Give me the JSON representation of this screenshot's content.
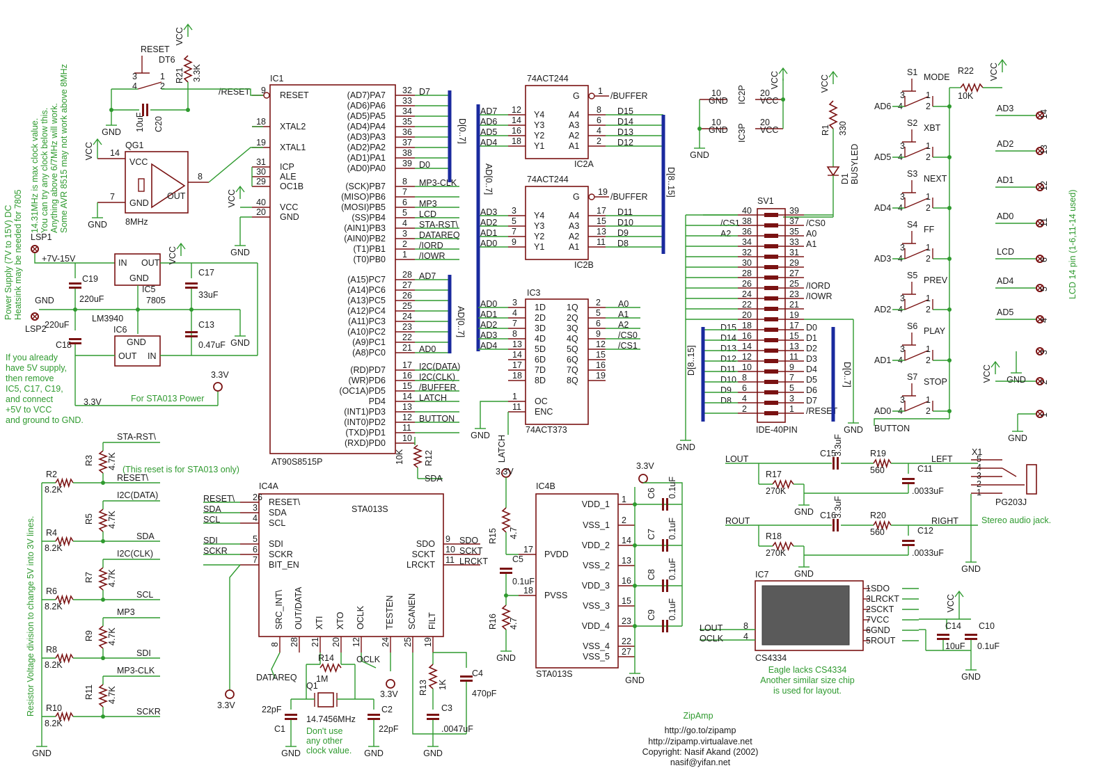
{
  "title": {
    "name": "ZipAmp",
    "url1": "http://go.to/zipamp",
    "url2": "http://zipamp.virtualave.net",
    "copyright": "Copyright: Nasif Akand (2002)",
    "email": "nasif@yifan.net"
  },
  "colors": {
    "wire": "#2e9a2e",
    "bus": "#1a2a9e",
    "part": "#7a1212",
    "text": "#1a1a1a",
    "note": "#2f9a2f"
  },
  "notes": {
    "crystal": [
      "14.31MHz is max clock value.",
      "You can try any clock below this.",
      "Anything above 6/7MHz will work.",
      "Some AVR 8515 may not work above 8MHz"
    ],
    "power": [
      "Power Supply (7V to 15V) DC",
      "Heatsink  may be needed for 7805"
    ],
    "fiveV": [
      "If you already",
      "have 5V supply,",
      "then remove",
      "IC5, C17, C19,",
      "and connect",
      "+5V to VCC",
      "and ground to GND."
    ],
    "sta013power": "For STA013 Power",
    "resetOnly": "(This reset is for STA013 only)",
    "resistorDiv": "Resistor Voltage division to change 5V into 3V lines.",
    "xtal": [
      "Don't use",
      "any other",
      "clock value."
    ],
    "lcd": "LCD 14 pin (1-6,11-14 used)",
    "jack": "Stereo audio jack.",
    "eagle": [
      "Eagle lacks CS4334",
      "Another similar size chip",
      "is used for layout."
    ]
  },
  "ic1": {
    "ref": "IC1",
    "name": "AT90S8515P",
    "left": [
      [
        "/RESET",
        "9",
        "RESET"
      ],
      [
        "",
        "18",
        "XTAL2"
      ],
      [
        "",
        "19",
        "XTAL1"
      ],
      [
        "",
        "31",
        "ICP"
      ],
      [
        "",
        "30",
        "ALE"
      ],
      [
        "",
        "29",
        "OC1B"
      ],
      [
        "",
        "40",
        "VCC"
      ],
      [
        "",
        "20",
        "GND"
      ]
    ],
    "portA": [
      [
        "32",
        "(AD7)PA7",
        "D7"
      ],
      [
        "33",
        "(AD6)PA6",
        ""
      ],
      [
        "34",
        "(AD5)PA5",
        ""
      ],
      [
        "35",
        "(AD4)PA4",
        ""
      ],
      [
        "36",
        "(AD3)PA3",
        ""
      ],
      [
        "37",
        "(AD2)PA2",
        ""
      ],
      [
        "38",
        "(AD1)PA1",
        ""
      ],
      [
        "39",
        "(AD0)PA0",
        "D0"
      ]
    ],
    "portB": [
      [
        "8",
        "(SCK)PB7",
        "MP3-CLK"
      ],
      [
        "7",
        "(MISO)PB6",
        ""
      ],
      [
        "6",
        "(MOSI)PB5",
        "MP3"
      ],
      [
        "5",
        "(SS)PB4",
        "LCD"
      ],
      [
        "4",
        "(AIN1)PB3",
        "STA-RST\\"
      ],
      [
        "3",
        "(AIN0)PB2",
        "DATAREQ"
      ],
      [
        "2",
        "(T1)PB1",
        "/IORD"
      ],
      [
        "1",
        "(T0)PB0",
        "/IOWR"
      ]
    ],
    "portC": [
      [
        "28",
        "(A15)PC7",
        "AD7"
      ],
      [
        "27",
        "(A14)PC6",
        ""
      ],
      [
        "26",
        "(A13)PC5",
        ""
      ],
      [
        "25",
        "(A12)PC4",
        ""
      ],
      [
        "24",
        "(A11)PC3",
        ""
      ],
      [
        "23",
        "(A10)PC2",
        ""
      ],
      [
        "22",
        "(A9)PC1",
        ""
      ],
      [
        "21",
        "(A8)PC0",
        "AD0"
      ]
    ],
    "portD": [
      [
        "17",
        "(RD)PD7",
        "I2C(DATA)"
      ],
      [
        "16",
        "(WR)PD6",
        "I2C(CLK)"
      ],
      [
        "15",
        "(OC1A)PD5",
        "/BUFFER"
      ],
      [
        "14",
        "PD4",
        "LATCH"
      ],
      [
        "13",
        "(INT1)PD3",
        ""
      ],
      [
        "12",
        "(INT0)PD2",
        "BUTTON"
      ],
      [
        "11",
        "(TXD)PD1",
        ""
      ],
      [
        "10",
        "(RXD)PD0",
        ""
      ]
    ]
  },
  "ic2a": {
    "ref": "IC2A",
    "name": "74ACT244",
    "pins": [
      [
        "12",
        "Y4",
        "A4",
        "8",
        "D15"
      ],
      [
        "14",
        "Y3",
        "A3",
        "6",
        "D14"
      ],
      [
        "16",
        "Y2",
        "A2",
        "4",
        "D13"
      ],
      [
        "18",
        "Y1",
        "A1",
        "2",
        "D12"
      ]
    ],
    "in": [
      "AD7",
      "AD6",
      "AD5",
      "AD4"
    ],
    "g": [
      "1",
      "G",
      "/BUFFER"
    ]
  },
  "ic2b": {
    "ref": "IC2B",
    "name": "74ACT244",
    "pins": [
      [
        "3",
        "Y4",
        "A4",
        "17",
        "D11"
      ],
      [
        "5",
        "Y3",
        "A3",
        "15",
        "D10"
      ],
      [
        "7",
        "Y2",
        "A2",
        "13",
        "D9"
      ],
      [
        "9",
        "Y1",
        "A1",
        "11",
        "D8"
      ]
    ],
    "in": [
      "AD3",
      "AD2",
      "AD1",
      "AD0"
    ],
    "g": [
      "19",
      "G",
      "/BUFFER"
    ]
  },
  "ic3": {
    "ref": "IC3",
    "name": "74ACT373",
    "pins": [
      [
        "3",
        "1D",
        "1Q",
        "2",
        "A0"
      ],
      [
        "4",
        "2D",
        "2Q",
        "5",
        "A1"
      ],
      [
        "7",
        "3D",
        "3Q",
        "6",
        "A2"
      ],
      [
        "8",
        "4D",
        "4Q",
        "9",
        "/CS0"
      ],
      [
        "13",
        "5D",
        "5Q",
        "12",
        "/CS1"
      ],
      [
        "14",
        "6D",
        "6Q",
        "15",
        ""
      ],
      [
        "17",
        "7D",
        "7Q",
        "16",
        ""
      ],
      [
        "18",
        "8D",
        "8Q",
        "19",
        ""
      ]
    ],
    "in": [
      "AD0",
      "AD1",
      "AD2",
      "AD3",
      "AD4"
    ],
    "oc": [
      "1",
      "OC"
    ],
    "enc": [
      "11",
      "ENC"
    ],
    "latch": "LATCH"
  },
  "buses": {
    "d07": "D[0..7]",
    "ad07": "AD[0..7]",
    "ad07b": "AD[0..7]",
    "d815": "D[8..15]",
    "d815b": "D[8..15]",
    "d07b": "D[0..7]"
  },
  "sv1": {
    "ref": "SV1",
    "name": "IDE-40PIN",
    "left": [
      [
        "40",
        ""
      ],
      [
        "38",
        "/CS1"
      ],
      [
        "36",
        "A2"
      ],
      [
        "34",
        ""
      ],
      [
        "32",
        ""
      ],
      [
        "30",
        ""
      ],
      [
        "28",
        ""
      ],
      [
        "26",
        ""
      ],
      [
        "24",
        ""
      ],
      [
        "22",
        ""
      ],
      [
        "20",
        ""
      ],
      [
        "18",
        "D15"
      ],
      [
        "16",
        "D14"
      ],
      [
        "14",
        "D13"
      ],
      [
        "12",
        "D12"
      ],
      [
        "10",
        "D11"
      ],
      [
        "8",
        "D10"
      ],
      [
        "6",
        "D9"
      ],
      [
        "4",
        "D8"
      ],
      [
        "2",
        ""
      ]
    ],
    "right": [
      [
        "39",
        ""
      ],
      [
        "37",
        "/CS0"
      ],
      [
        "35",
        "A0"
      ],
      [
        "33",
        "A1"
      ],
      [
        "31",
        ""
      ],
      [
        "29",
        ""
      ],
      [
        "27",
        ""
      ],
      [
        "25",
        "/IORD"
      ],
      [
        "23",
        "/IOWR"
      ],
      [
        "21",
        ""
      ],
      [
        "19",
        ""
      ],
      [
        "17",
        "D0"
      ],
      [
        "15",
        "D1"
      ],
      [
        "13",
        "D2"
      ],
      [
        "11",
        "D3"
      ],
      [
        "9",
        "D4"
      ],
      [
        "7",
        "D5"
      ],
      [
        "5",
        "D6"
      ],
      [
        "3",
        "D7"
      ],
      [
        "1",
        "/RESET"
      ]
    ]
  },
  "ic2p": {
    "ref": [
      "IC2P",
      "IC3P"
    ],
    "pins": [
      [
        "10",
        "GND",
        "20",
        "VCC"
      ],
      [
        "10",
        "GND",
        "20",
        "VCC"
      ]
    ]
  },
  "led": {
    "ref": "D1",
    "name": "BUSYLED",
    "r": "R1",
    "rv": "330"
  },
  "buttons": [
    [
      "S1",
      "MODE",
      "AD6"
    ],
    [
      "S2",
      "XBT",
      "AD5"
    ],
    [
      "S3",
      "NEXT",
      "AD4"
    ],
    [
      "S4",
      "FF",
      "AD3"
    ],
    [
      "S5",
      "PREV",
      "AD2"
    ],
    [
      "S6",
      "PLAY",
      "AD1"
    ],
    [
      "S7",
      "STOP",
      "AD0"
    ]
  ],
  "buttonNet": "BUTTON",
  "r22": [
    "R22",
    "10K"
  ],
  "lcdPins": [
    [
      "AD3",
      "14"
    ],
    [
      "AD2",
      "13"
    ],
    [
      "AD1",
      "12"
    ],
    [
      "AD0",
      "11"
    ],
    [
      "LCD",
      "6"
    ],
    [
      "AD4",
      "5"
    ],
    [
      "AD5",
      "4"
    ],
    [
      "",
      "3"
    ],
    [
      "",
      "2"
    ],
    [
      "",
      "1"
    ]
  ],
  "reset": {
    "label": "RESET",
    "dt": "DT6",
    "r": "R21",
    "rv": "3.3K",
    "c": "C20",
    "cv": "10uF",
    "pins": [
      "3",
      "4",
      "1",
      "2"
    ]
  },
  "osc": {
    "ref": "QG1",
    "val": "8MHz",
    "pins": [
      "14",
      "7",
      "8"
    ],
    "in": [
      "VCC",
      "GND",
      "OUT"
    ]
  },
  "power": {
    "lsp1": "LSP1",
    "lsp2": "LSP2",
    "in": "+7V-15V",
    "gnd": "GND",
    "ic5": "IC5",
    "ic5v": "7805",
    "ic6": "IC6",
    "ic6v": "LM3940",
    "c19": "C19",
    "c19v": "220uF",
    "c18": "C18",
    "c18v": "220uF",
    "c17": "C17",
    "c17v": "33uF",
    "c13": "C13",
    "c13v": "0.47uF",
    "v33": "3.3V"
  },
  "divider": [
    [
      "STA-RST\\",
      "R3",
      "4.7K",
      "R2",
      "8.2K",
      "RESET\\"
    ],
    [
      "I2C(DATA)",
      "R5",
      "4.7K",
      "R4",
      "8.2K",
      "SDA"
    ],
    [
      "I2C(CLK)",
      "R7",
      "4.7K",
      "R6",
      "8.2K",
      "SCL"
    ],
    [
      "MP3",
      "R9",
      "4.7K",
      "R8",
      "8.2K",
      "SDI"
    ],
    [
      "MP3-CLK",
      "R11",
      "4.7K",
      "R10",
      "8.2K",
      "SCKR"
    ]
  ],
  "r12": [
    "R12",
    "10K",
    "SDA"
  ],
  "ic4a": {
    "ref": "IC4A",
    "name": "STA013S",
    "left": [
      [
        "RESET\\",
        "26",
        "RESET\\"
      ],
      [
        "SDA",
        "3",
        "SDA"
      ],
      [
        "SCL",
        "4",
        "SCL"
      ],
      [
        "SDI",
        "5",
        "SDI"
      ],
      [
        "SCKR",
        "6",
        "SCKR"
      ],
      [
        "",
        "7",
        "BIT_EN"
      ]
    ],
    "right": [
      [
        "9",
        "SDO",
        "SDO"
      ],
      [
        "10",
        "SCKT",
        "SCKT"
      ],
      [
        "11",
        "LRCKT",
        "LRCKT"
      ]
    ],
    "bottom": [
      [
        "8",
        "SRC_INT\\"
      ],
      [
        "28",
        "OUT/DATA"
      ],
      [
        "21",
        "XTI"
      ],
      [
        "20",
        "XTO"
      ],
      [
        "12",
        "OCLK"
      ],
      [
        "24",
        "TESTEN"
      ],
      [
        "25",
        "SCANEN"
      ],
      [
        "19",
        "FILT"
      ]
    ]
  },
  "ic4b": {
    "ref": "IC4B",
    "name": "STA013S",
    "left": [
      [
        "17",
        "PVDD"
      ],
      [
        "18",
        "PVSS"
      ]
    ],
    "right": [
      [
        "1",
        "VDD_1"
      ],
      [
        "2",
        "VSS_1"
      ],
      [
        "14",
        "VDD_2"
      ],
      [
        "13",
        "VSS_2"
      ],
      [
        "16",
        "VDD_3"
      ],
      [
        "15",
        "VSS_3"
      ],
      [
        "23",
        "VDD_4"
      ],
      [
        "22",
        "VSS_4"
      ],
      [
        "27",
        "VSS_5"
      ]
    ]
  },
  "decaps": [
    [
      "C6",
      "0.1uF"
    ],
    [
      "C7",
      "0.1uF"
    ],
    [
      "C8",
      "0.1uF"
    ],
    [
      "C9",
      "0.1uF"
    ]
  ],
  "pvdd": {
    "r15": "R15",
    "rv": "4.7",
    "c5": "C5",
    "cv": "0.1uF",
    "r16": "R16",
    "r16v": "4.7"
  },
  "xtal": {
    "r14": "R14",
    "r14v": "1M",
    "q1": "Q1",
    "freq": "14.7456MHz",
    "c1": "C1",
    "c1v": "22pF",
    "c2": "C2",
    "c2v": "22pF",
    "datareq": "DATAREQ",
    "oclk": "OCLK"
  },
  "filt": {
    "r13": "R13",
    "r13v": "1K",
    "c3": "C3",
    "c3v": ".0047uF",
    "c4": "C4",
    "c4v": "470pF"
  },
  "audio": {
    "lout": "LOUT",
    "rout": "ROUT",
    "c15": "C15",
    "c15v": "3.3uF",
    "c16": "C16",
    "c16v": "3.3uF",
    "r19": "R19",
    "r19v": "560",
    "r20": "R20",
    "r20v": "560",
    "r17": "R17",
    "r17v": "270K",
    "r18": "R18",
    "r18v": "270K",
    "c11": "C11",
    "c11v": ".0033uF",
    "c12": "C12",
    "c12v": ".0033uF",
    "left": "LEFT",
    "right": "RIGHT",
    "x1": "X1",
    "jack": "PG203J",
    "jpins": [
      "5",
      "4",
      "3",
      "2",
      "1"
    ]
  },
  "ic7": {
    "ref": "IC7",
    "name": "CS4334",
    "left": [
      [
        "LOUT",
        "8"
      ],
      [
        "OCLK",
        "4"
      ]
    ],
    "right": [
      [
        "1",
        "SDO"
      ],
      [
        "3",
        "LRCKT"
      ],
      [
        "2",
        "SCKT"
      ],
      [
        "7",
        "VCC"
      ],
      [
        "6",
        "GND"
      ],
      [
        "5",
        "ROUT"
      ]
    ],
    "c14": "C14",
    "c14v": "10uF",
    "c10": "C10",
    "c10v": "0.1uF"
  },
  "labels": {
    "vcc": "VCC",
    "gnd": "GND",
    "v33": "3.3V"
  }
}
